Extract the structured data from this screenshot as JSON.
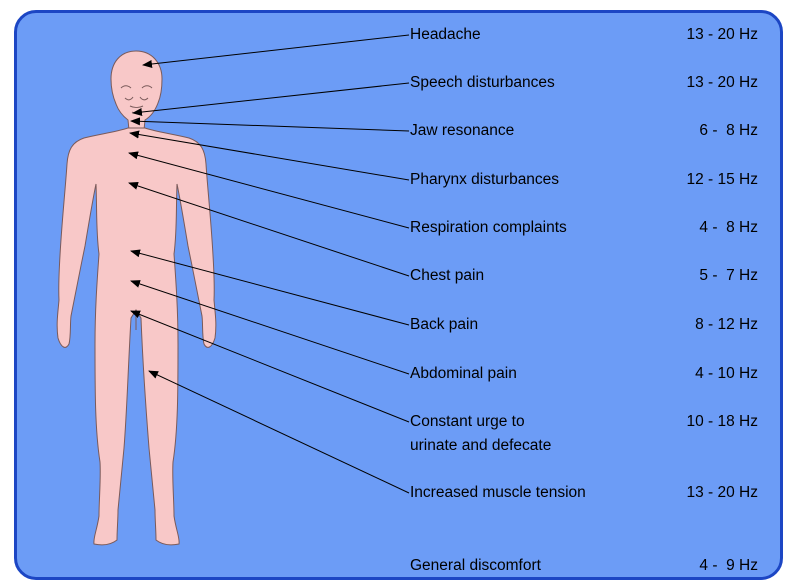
{
  "colors": {
    "background": "#6c9cf6",
    "border": "#1c46c4",
    "body_fill": "#f8c8c8",
    "body_stroke": "#7a5a5a"
  },
  "symptoms": [
    {
      "label": "Headache",
      "frequency": "13 - 20 Hz"
    },
    {
      "label": "Speech disturbances",
      "frequency": "13 - 20 Hz"
    },
    {
      "label": "Jaw resonance",
      "frequency": "6 -  8 Hz"
    },
    {
      "label": "Pharynx disturbances",
      "frequency": "12 - 15 Hz"
    },
    {
      "label": "Respiration complaints",
      "frequency": "4 -  8 Hz"
    },
    {
      "label": "Chest pain",
      "frequency": "5 -  7 Hz"
    },
    {
      "label": "Back pain",
      "frequency": "8 - 12 Hz"
    },
    {
      "label": "Abdominal pain",
      "frequency": "4 - 10 Hz"
    },
    {
      "label_line1": "Constant urge to",
      "label_line2": "urinate and defecate",
      "frequency": "10 - 18 Hz"
    },
    {
      "label": "Increased muscle tension",
      "frequency": "13 - 20 Hz"
    },
    {
      "label": "General discomfort",
      "frequency": "4 -  9 Hz"
    }
  ]
}
